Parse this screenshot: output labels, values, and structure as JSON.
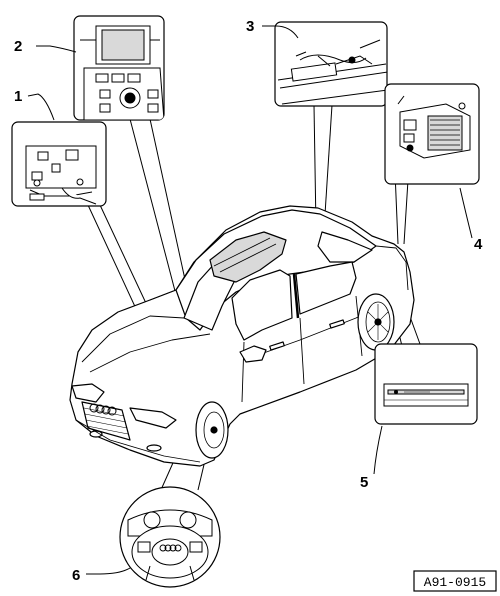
{
  "figure_id": "A91-0915",
  "callouts": [
    "1",
    "2",
    "3",
    "4",
    "5",
    "6"
  ],
  "badge_text": "AUDI",
  "colors": {
    "ink": "#000000",
    "paper": "#ffffff",
    "shade": "#d9d9d9"
  }
}
